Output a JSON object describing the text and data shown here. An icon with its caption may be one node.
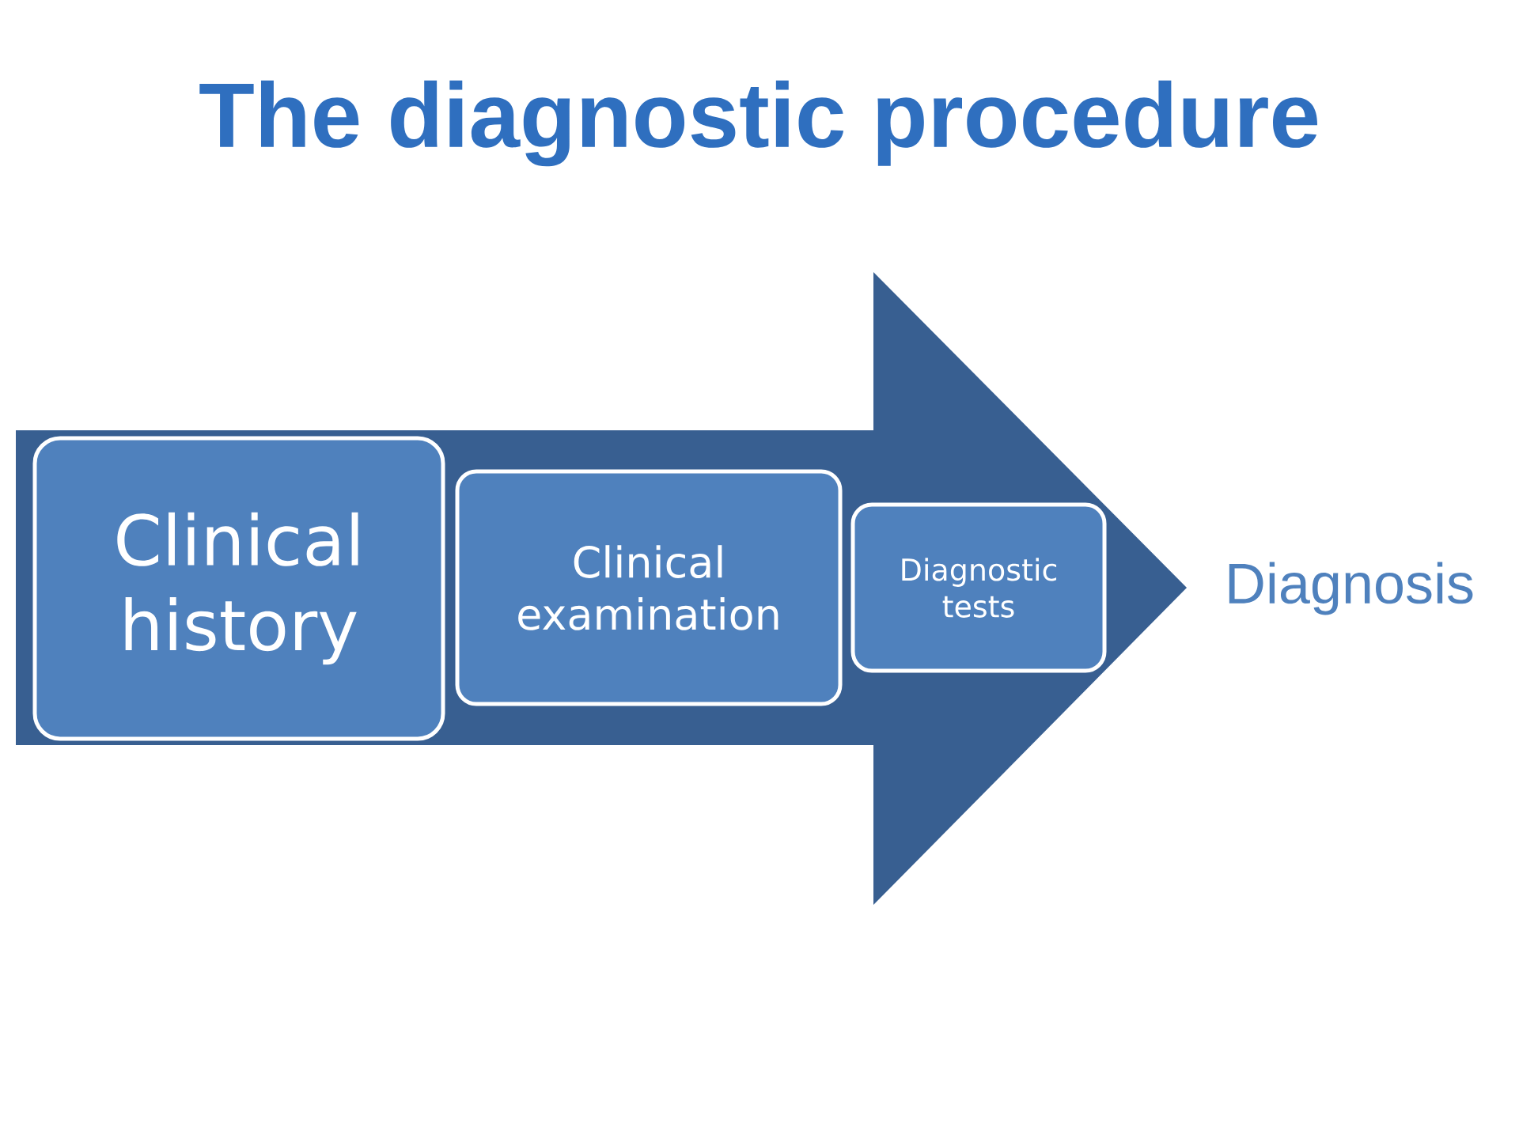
{
  "diagram": {
    "title": "The diagnostic procedure",
    "nodes": [
      {
        "text": [],
        "shape": "arrow"
      },
      {
        "text": [
          "Clinical history"
        ],
        "in": 0
      },
      {
        "text": [
          "Clinical examination"
        ],
        "in": 0
      },
      {
        "text": [
          "Diagnostic tests"
        ],
        "in": 0
      }
    ],
    "labels": [
      "Diagnosis"
    ]
  }
}
